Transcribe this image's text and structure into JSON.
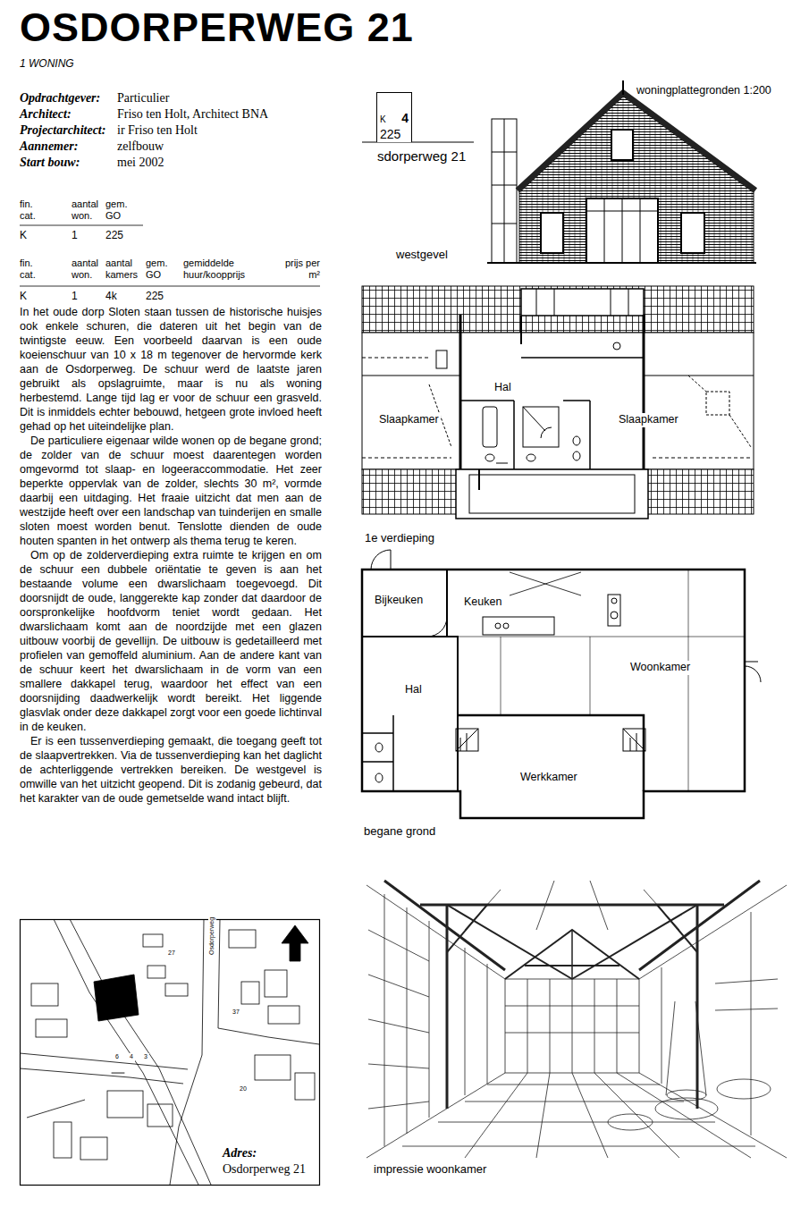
{
  "diagram": {
    "title": "OSDORPERWEG 21",
    "nodes": [
      {
        "text": [
          "K",
          "4",
          "225"
        ]
      }
    ],
    "labels": [
      "1 WONING",
      "Opdrachtgever:",
      "Particulier",
      "Architect:",
      "Friso ten Holt, Architect BNA",
      "Projectarchitect:",
      "ir Friso ten Holt",
      "Aannemer:",
      "zelfbouw",
      "Start bouw:",
      "mei 2002",
      "fin. cat.",
      "aantal won.",
      "gem. GO",
      "K",
      "1",
      "225",
      "fin. cat.",
      "aantal won.",
      "aantal kamers",
      "gem. GO",
      "gemiddelde huur/koopprijs",
      "prijs per m²",
      "K",
      "1",
      "4k",
      "225",
      "In het oude dorp Sloten staan tussen de historische huisjes ook enkele schuren, die dateren uit het begin van de twintigste eeuw. Een voorbeeld daarvan is een oude koeienschuur van 10 x 18 m tegenover de hervormde kerk aan de Osdorperweg. De schuur werd de laatste jaren gebruikt als opslagruimte, maar is nu als woning herbestemd. Lange tijd lag er voor de schuur een grasveld. Dit is inmiddels echter bebouwd, hetgeen grote invloed heeft gehad op het uiteindelijke plan.",
      "De particuliere eigenaar wilde wonen op de begane grond; de zolder van de schuur moest daarentegen worden omgevormd tot slaap- en logeeraccommodatie. Het zeer beperkte oppervlak van de zolder, slechts 30 m², vormde daarbij een uitdaging. Het fraaie uitzicht dat men aan de westzijde heeft over een landschap van tuinderijen en smalle sloten moest worden benut. Tenslotte dienden de oude houten spanten in het ontwerp als thema terug te keren.",
      "Om op de zolderverdieping extra ruimte te krijgen en om de schuur een dubbele oriëntatie te geven is aan het bestaande volume een dwarslichaam toegevoegd. Dit doorsnijdt de oude, langgerekte kap zonder dat daardoor de oorspronkelijke hoofdvorm teniet wordt gedaan. Het dwarslichaam komt aan de noordzijde met een glazen uitbouw voorbij de gevellijn. De uitbouw is gedetailleerd met profielen van gemoffeld aluminium. Aan de andere kant van de schuur keert het dwarslichaam in de vorm van een smallere dakkapel terug, waardoor het effect van een doorsnijding daadwerkelijk wordt bereikt. Het liggende glasvlak onder deze dakkapel zorgt voor een goede lichtinval in de keuken.",
      "Er is een tussenverdieping gemaakt, die toegang geeft tot de slaapvertrekken. Via de tussenverdieping kan het daglicht de achterliggende vertrekken bereiken. De westgevel is omwille van het uitzicht geopend. Dit is zodanig gebeurd, dat het karakter van de oude gemetselde wand intact blijft.",
      "woningplattegronden 1:200",
      "sdorperweg 21",
      "westgevel",
      "Slaapkamer",
      "Hal",
      "Slaapkamer",
      "1e verdieping",
      "Bijkeuken",
      "Keuken",
      "Woonkamer",
      "Hal",
      "Werkkamer",
      "begane grond",
      "impressie woonkamer",
      "Adres:",
      "Osdorperweg 21",
      "27",
      "37",
      "20",
      "6",
      "4",
      "3",
      "Osdorperweg"
    ]
  }
}
